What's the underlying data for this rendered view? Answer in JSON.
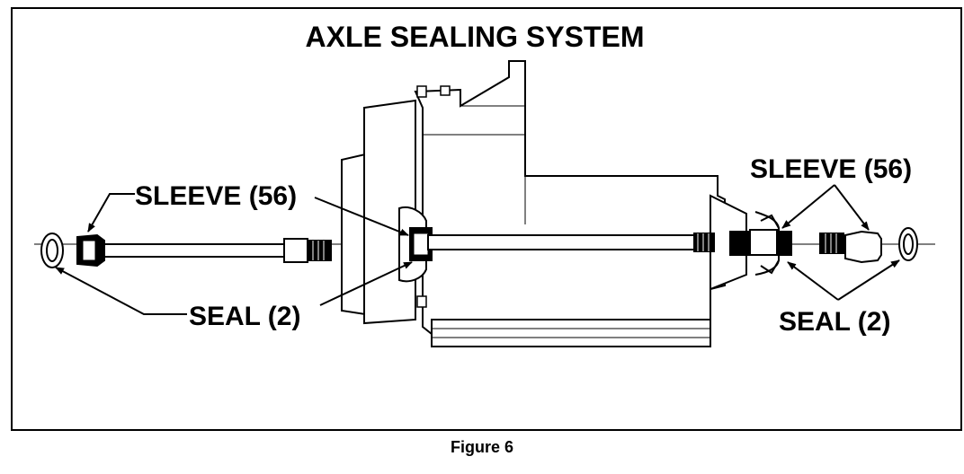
{
  "title": "AXLE SEALING SYSTEM",
  "caption": "Figure 6",
  "labels": {
    "sleeve_left": "SLEEVE (56)",
    "seal_left": "SEAL (2)",
    "sleeve_right": "SLEEVE (56)",
    "seal_right": "SEAL (2)"
  }
}
